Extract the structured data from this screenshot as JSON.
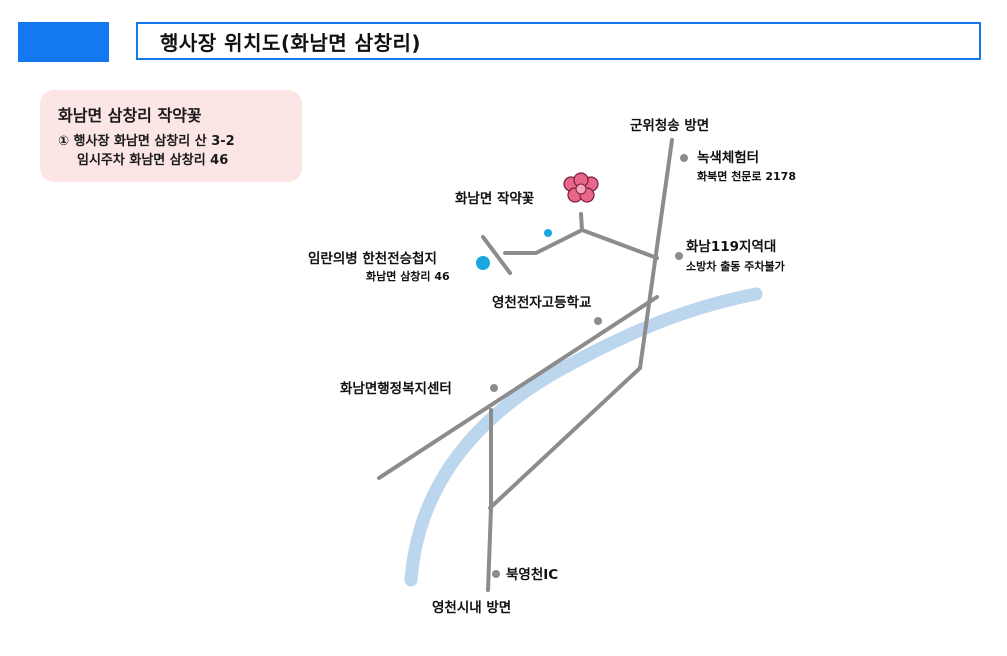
{
  "header": {
    "title": "행사장 위치도(화남면 삼창리)"
  },
  "info": {
    "title": "화남면 삼창리 작약꽃",
    "line1": "① 행사장 화남면 삼창리 산 3-2",
    "line2": "임시주차 화남면 삼창리 46"
  },
  "map": {
    "road_color": "#8c8c8c",
    "river_color": "#bcd6ee",
    "dot_color": "#8c8c8c",
    "accent_color": "#1aa7e0",
    "flower_color": "#e8668a",
    "labels": {
      "gunwi": "군위청송 방면",
      "noksaek": "녹색체험터",
      "noksaek_sub": "화북면 천문로 2178",
      "flower": "화남면 작약꽃",
      "imran": "임란의병 한천전승첩지",
      "imran_sub": "화남면 삼창리 46",
      "fire": "화남119지역대",
      "fire_sub": "소방차 출동 주차불가",
      "school": "영천전자고등학교",
      "welfare": "화남면행정복지센터",
      "ic": "북영천IC",
      "city": "영천시내 방면"
    }
  }
}
